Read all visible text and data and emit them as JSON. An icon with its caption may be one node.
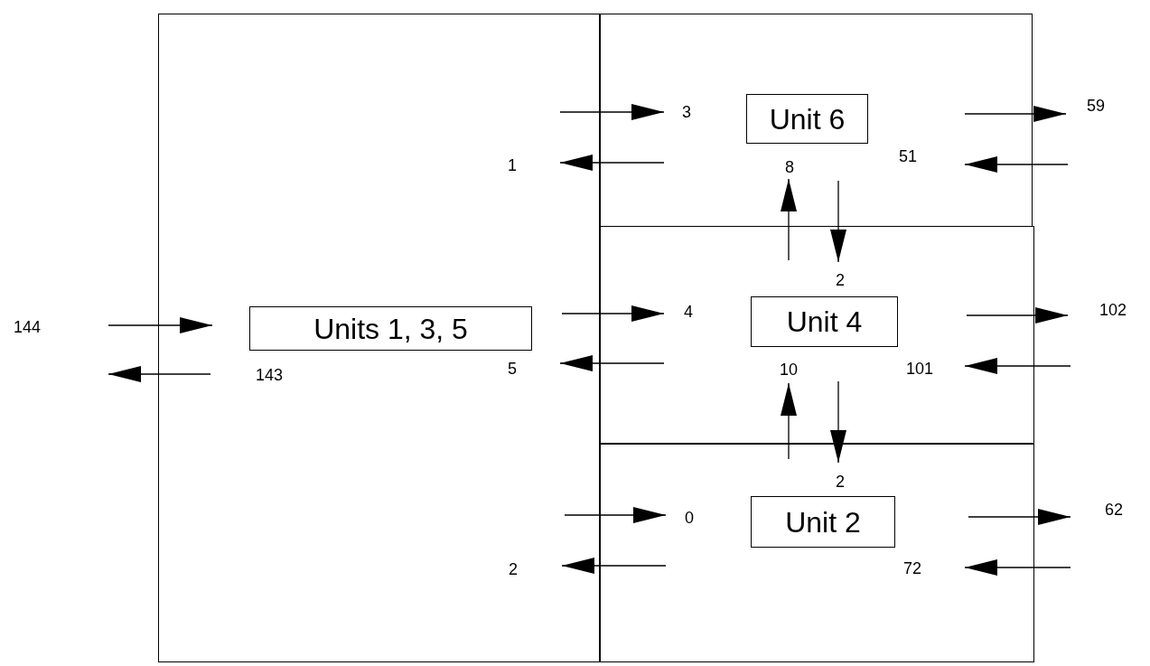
{
  "diagram": {
    "nodes": [
      {
        "text": [],
        "shape": "box"
      },
      {
        "text": [
          "Units 1, 3, 5"
        ],
        "in": 0
      },
      {
        "text": [],
        "shape": "box"
      },
      {
        "text": [
          "Unit 6"
        ],
        "in": 2
      },
      {
        "text": [],
        "shape": "box"
      },
      {
        "text": [
          "Unit 4"
        ],
        "in": 4
      },
      {
        "text": [],
        "shape": "box"
      },
      {
        "text": [
          "Unit 2"
        ],
        "in": 6
      }
    ],
    "labels": [
      "3",
      "59",
      "1",
      "51",
      "8",
      "2",
      "144",
      "4",
      "102",
      "143",
      "5",
      "10",
      "101",
      "2",
      "0",
      "62",
      "2",
      "72"
    ]
  }
}
